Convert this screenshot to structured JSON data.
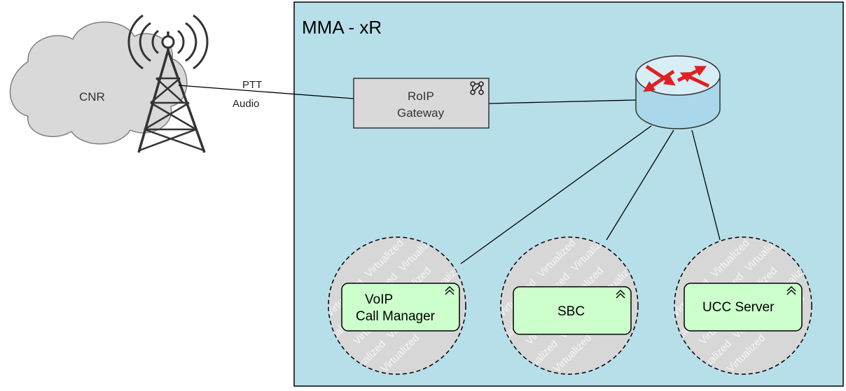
{
  "region": {
    "title": "MMA - xR"
  },
  "cloud": {
    "label": "CNR"
  },
  "tower_link": {
    "line1": "PTT",
    "line2": "Audio"
  },
  "gateway": {
    "line1": "RoIP",
    "line2": "Gateway",
    "icon": "interface-icon"
  },
  "router": {
    "icon": "router-icon"
  },
  "components": [
    {
      "line1": "VoIP",
      "line2": "Call Manager",
      "icon": "component-icon"
    },
    {
      "line1": "SBC",
      "line2": "",
      "icon": "component-icon"
    },
    {
      "line1": "UCC Server",
      "line2": "",
      "icon": "component-icon"
    }
  ],
  "watermark_text": "Virtualized",
  "colors": {
    "region_fill": "#b7dfea",
    "gateway_fill": "#d9d9d9",
    "component_fill": "#ccffcc",
    "circle_fill": "#d7d7d7",
    "router_fill": "#aad8ea",
    "arrow_red": "#e02020"
  }
}
